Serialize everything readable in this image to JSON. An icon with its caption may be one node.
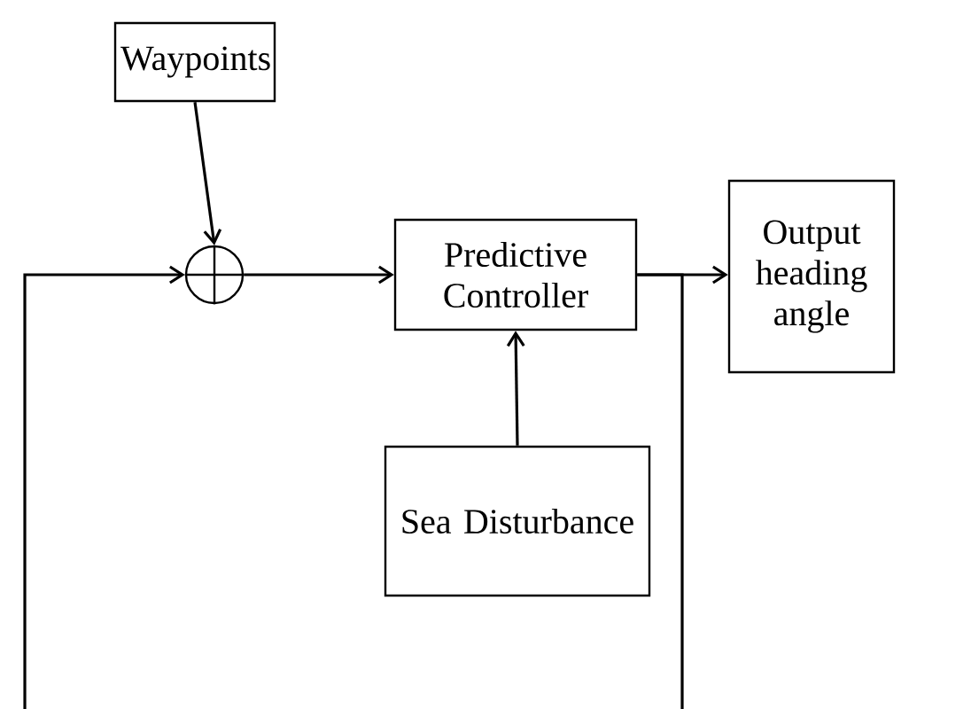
{
  "diagram": {
    "nodes": [
      {
        "text": [
          "Waypoints"
        ]
      },
      {
        "text": [],
        "shape": "circle"
      },
      {
        "text": [
          "Predictive Controller"
        ]
      },
      {
        "text": [
          "Output heading angle"
        ]
      },
      {
        "text": [
          "Sea Disturbance"
        ]
      }
    ],
    "edges": [
      {
        "from": 0,
        "to": 1,
        "arrow": "to"
      },
      {
        "from": 1,
        "to": 2,
        "arrow": "to"
      },
      {
        "from": 2,
        "to": 3,
        "arrow": "to"
      },
      {
        "from": 4,
        "to": 2,
        "arrow": "to"
      },
      {
        "from": 2,
        "to": 1,
        "arrow": "to"
      }
    ]
  }
}
